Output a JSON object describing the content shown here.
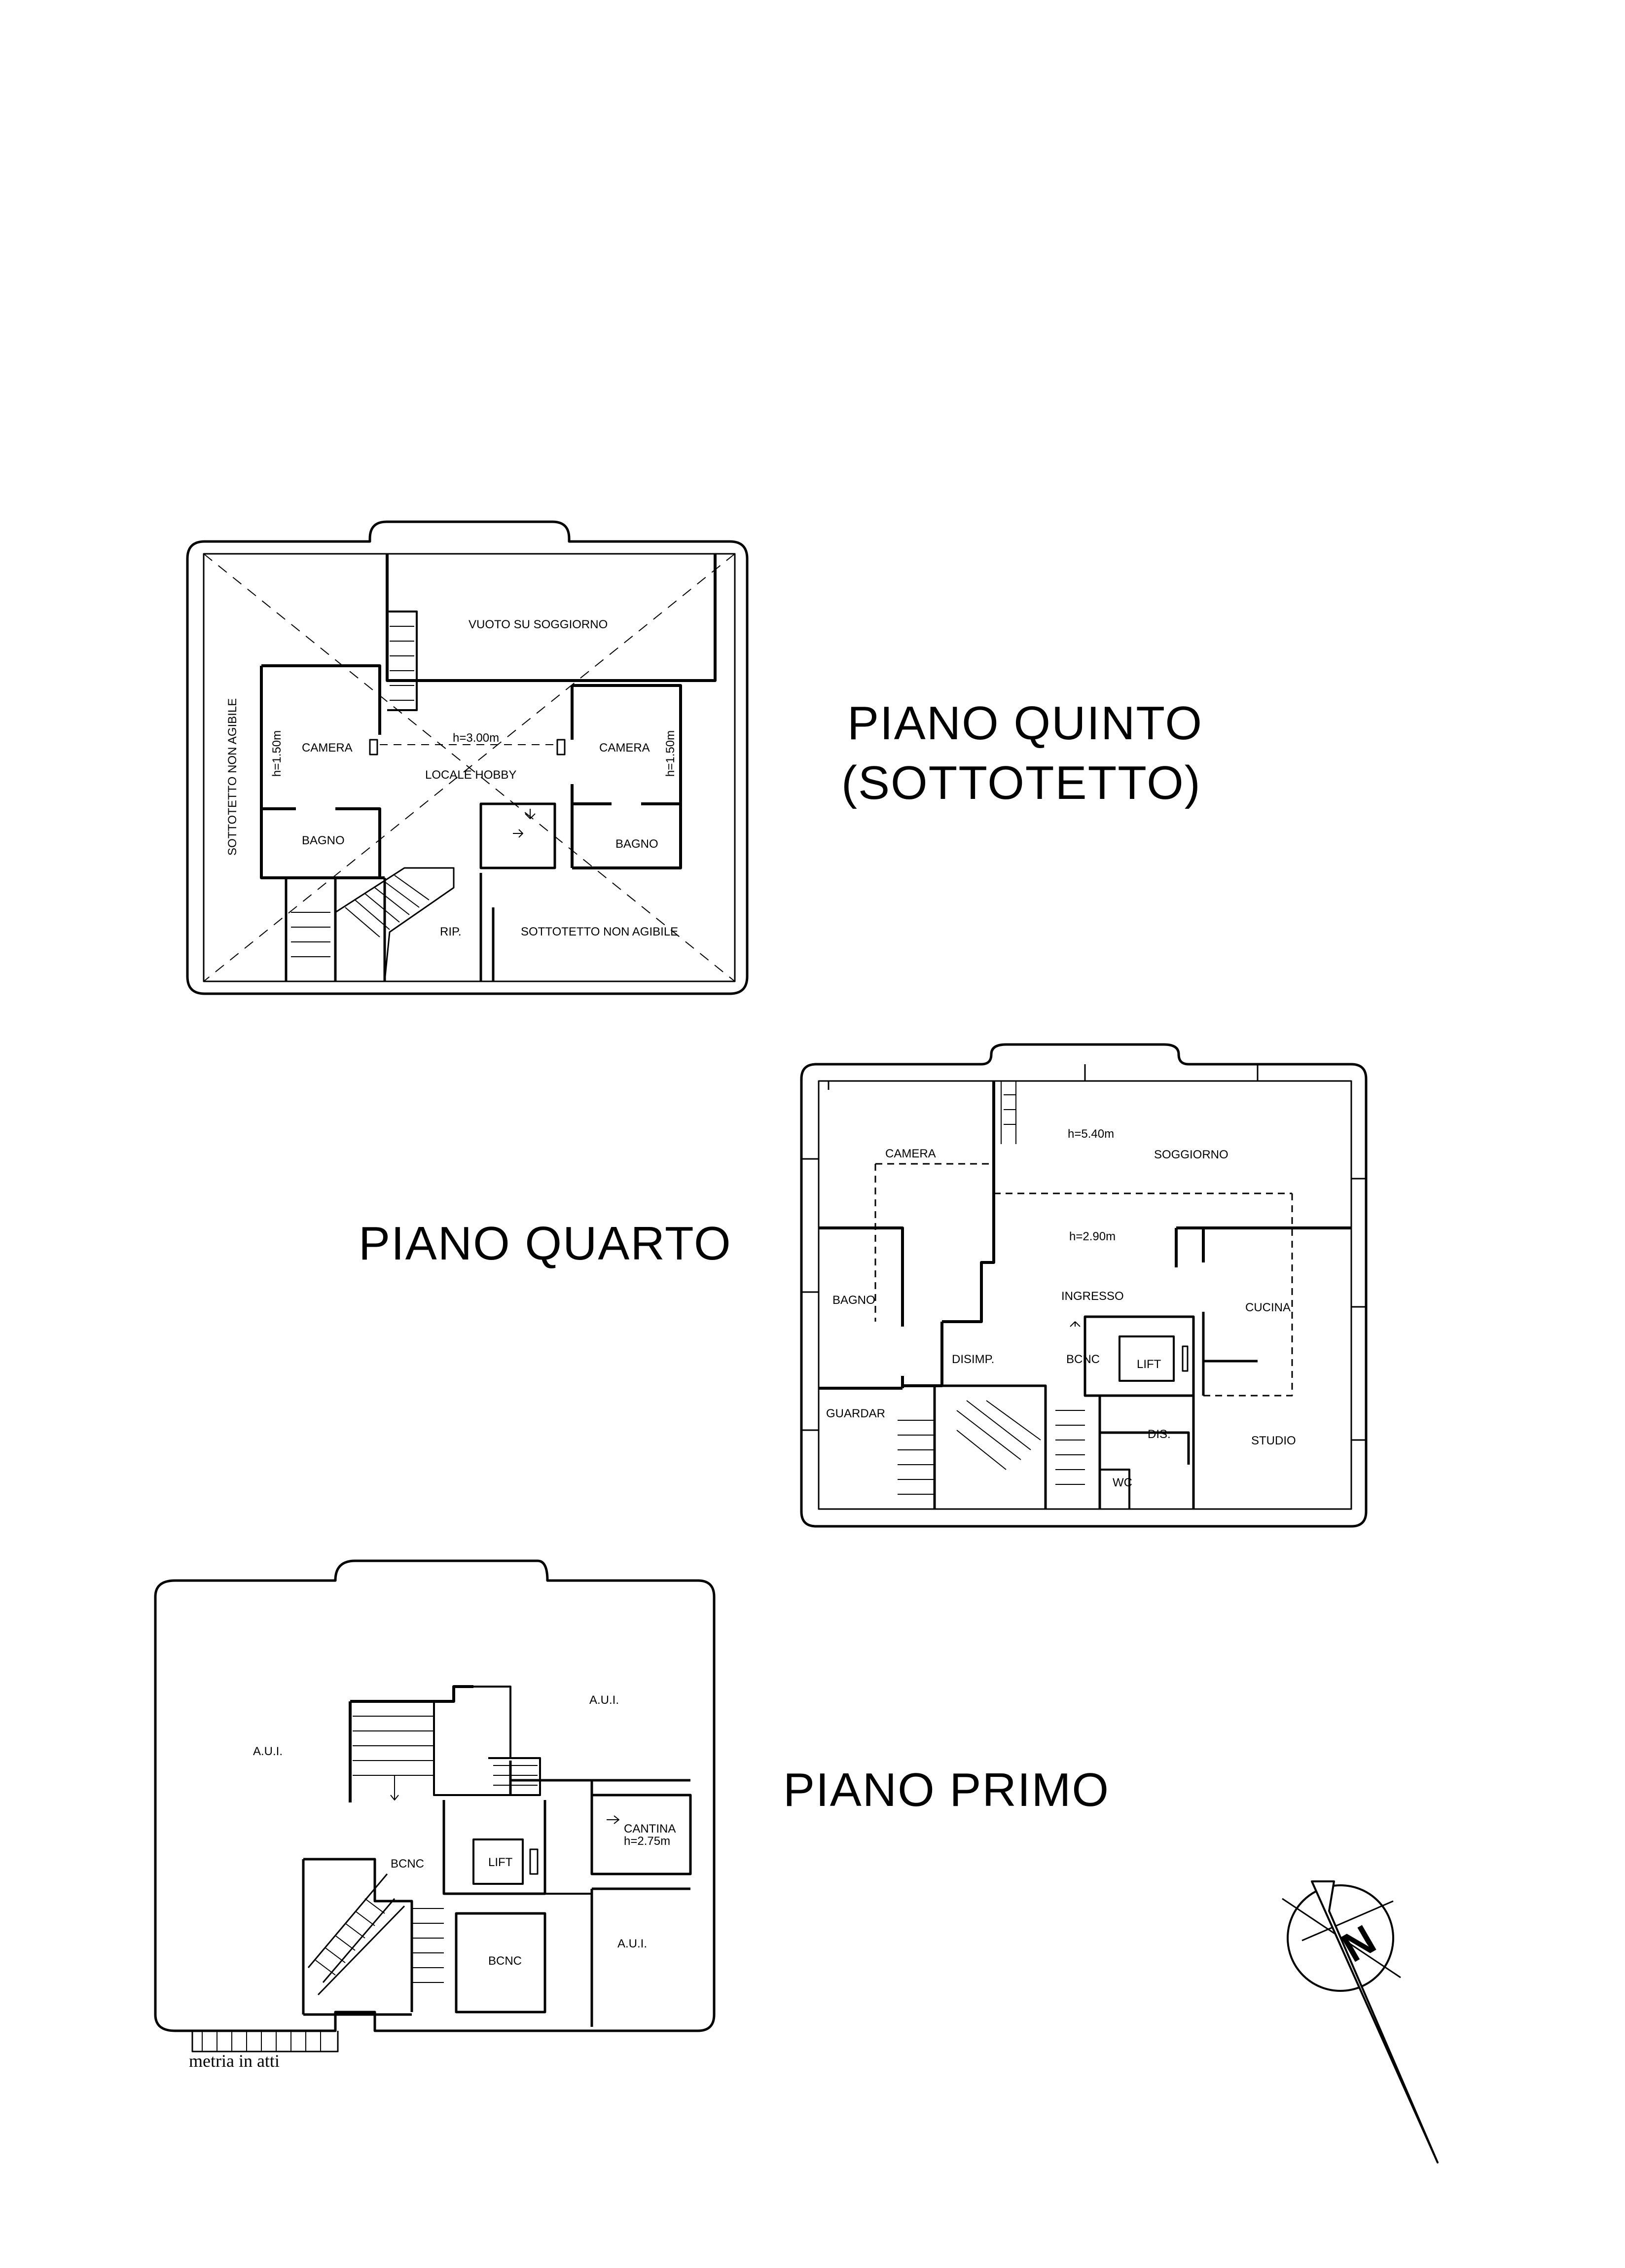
{
  "floors": {
    "quinto": {
      "title_line1": "PIANO QUINTO",
      "title_line2": "(SOTTOTETTO)",
      "rooms": {
        "vuoto": "VUOTO SU SOGGIORNO",
        "sottotetto_left": "SOTTOTETTO NON AGIBILE",
        "camera_left": "CAMERA",
        "camera_right": "CAMERA",
        "height_left": "h=1.50m",
        "height_right": "h=1.50m",
        "height_center": "h=3.00m",
        "locale_hobby": "LOCALE HOBBY",
        "bagno_left": "BAGNO",
        "bagno_right": "BAGNO",
        "rip": "RIP.",
        "sottotetto_bottom": "SOTTOTETTO NON AGIBILE"
      }
    },
    "quarto": {
      "title": "PIANO QUARTO",
      "rooms": {
        "camera": "CAMERA",
        "height_soggiorno": "h=5.40m",
        "soggiorno": "SOGGIORNO",
        "height_ingresso": "h=2.90m",
        "ingresso": "INGRESSO",
        "bagno": "BAGNO",
        "cucina": "CUCINA",
        "disimp": "DISIMP.",
        "bcnc": "BCNC",
        "lift": "LIFT",
        "guardar": "GUARDAR",
        "dis": "DIS.",
        "studio": "STUDIO",
        "wc": "WC"
      }
    },
    "primo": {
      "title": "PIANO PRIMO",
      "rooms": {
        "aui_left": "A.U.I.",
        "aui_top": "A.U.I.",
        "aui_bottom": "A.U.I.",
        "cantina": "CANTINA",
        "height_cantina": "h=2.75m",
        "bcnc_top": "BCNC",
        "lift": "LIFT",
        "bcnc_bottom": "BCNC"
      }
    }
  },
  "footer_note": "metria in atti",
  "compass_label": "N"
}
